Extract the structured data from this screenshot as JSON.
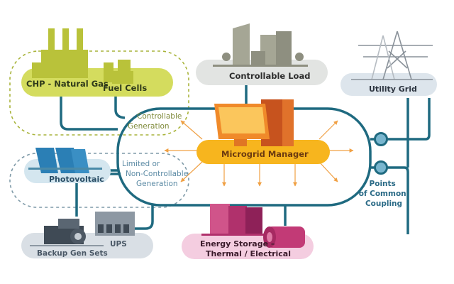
{
  "diagram": {
    "nodes": {
      "chp": {
        "label": "CHP - Natural Gas"
      },
      "fuel_cells": {
        "label": "Fuel Cells"
      },
      "controllable_load": {
        "label": "Controllable Load"
      },
      "utility_grid": {
        "label": "Utility Grid"
      },
      "photovoltaic": {
        "label": "Photovoltaic"
      },
      "microgrid_manager": {
        "label": "Microgrid Manager"
      },
      "backup_gen": {
        "label": "Backup Gen Sets"
      },
      "ups": {
        "label": "UPS"
      },
      "energy_storage": {
        "line1": "Energy Storage –",
        "line2": "Thermal / Electrical"
      }
    },
    "groups": {
      "controllable_generation": {
        "line1": "Controllable",
        "line2": "Generation"
      },
      "limited_generation": {
        "line1": "Limited or",
        "line2": "Non-Controllable",
        "line3": "Generation"
      }
    },
    "pcc": {
      "line1": "Points",
      "line2": "of Common",
      "line3": "Coupling"
    },
    "colors": {
      "bus_line": "#1f6a80",
      "arrow": "#f0a044",
      "manager": "#f7b51e",
      "generation_green": "#c8d44a",
      "pv_blue": "#2b7fb5",
      "storage_pink": "#c23a76",
      "grey_pill": "#e2e4e2",
      "grid_pill": "#dde5ec",
      "pv_pill": "#d4e6ef",
      "backup_pill": "#d9dfe5",
      "storage_pill": "#f4cde0",
      "pcc_fill": "#79b6cf"
    }
  }
}
